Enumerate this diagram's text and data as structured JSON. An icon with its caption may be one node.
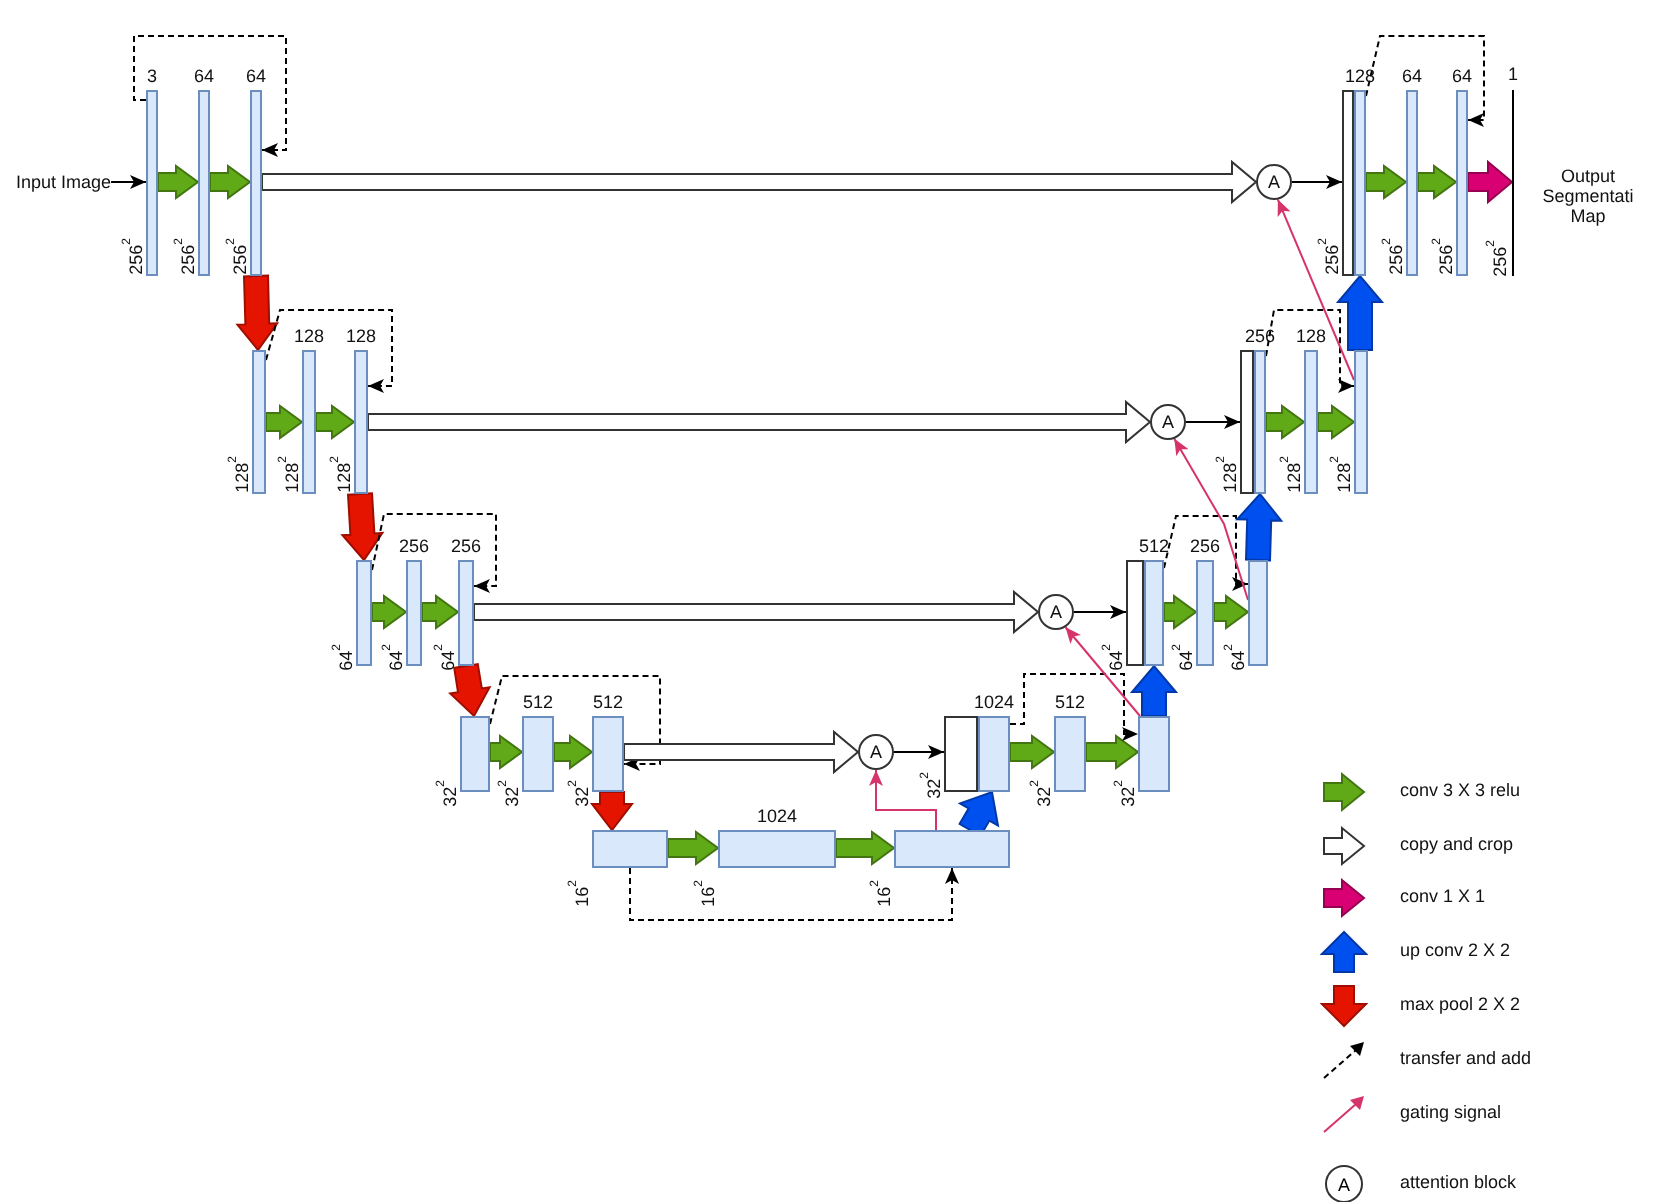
{
  "diagram": {
    "nodes": [
      {
        "text": [
          "Input Image"
        ]
      },
      {
        "text": [
          "3",
          "256$^{2}$"
        ]
      },
      {
        "text": [
          "64",
          "256$^{2}$"
        ]
      },
      {
        "text": [
          "64",
          "256$^{2}$"
        ]
      },
      {
        "text": [
          "128$^{2}$"
        ]
      },
      {
        "text": [
          "128",
          "128$^{2}$"
        ]
      },
      {
        "text": [
          "128",
          "128$^{2}$"
        ]
      },
      {
        "text": [
          "64$^{2}$"
        ]
      },
      {
        "text": [
          "256",
          "64$^{2}$"
        ]
      },
      {
        "text": [
          "256",
          "64$^{2}$"
        ]
      },
      {
        "text": [
          "32$^{2}$"
        ]
      },
      {
        "text": [
          "512",
          "32$^{2}$"
        ]
      },
      {
        "text": [
          "512",
          "32$^{2}$"
        ]
      },
      {
        "text": [
          "16$^{2}$"
        ]
      },
      {
        "text": [
          "1024",
          "16$^{2}$"
        ]
      },
      {
        "text": [
          "16$^{2}$"
        ]
      },
      {
        "text": [
          "A"
        ]
      },
      {
        "text": [],
        "shape": "box"
      },
      {
        "text": [
          "1024",
          "32$^{2}$"
        ]
      },
      {
        "text": [
          "512",
          "32$^{2}$"
        ]
      },
      {
        "text": [
          "32$^{2}$"
        ]
      },
      {
        "text": [
          "A"
        ]
      },
      {
        "text": [],
        "shape": "box"
      },
      {
        "text": [
          "512",
          "64$^{2}$"
        ]
      },
      {
        "text": [
          "256",
          "64$^{2}$"
        ]
      },
      {
        "text": [
          "64$^{2}$"
        ]
      },
      {
        "text": [
          "A"
        ]
      },
      {
        "text": [],
        "shape": "box"
      },
      {
        "text": [
          "256",
          "128$^{2}$"
        ]
      },
      {
        "text": [
          "128",
          "128$^{2}$"
        ]
      },
      {
        "text": [
          "128$^{2}$"
        ]
      },
      {
        "text": [
          "A"
        ]
      },
      {
        "text": [],
        "shape": "box"
      },
      {
        "text": [
          "128",
          "256$^{2}$"
        ]
      },
      {
        "text": [
          "64",
          "256$^{2}$"
        ]
      },
      {
        "text": [
          "64",
          "256$^{2}$"
        ]
      },
      {
        "text": [
          "1",
          "256$^{2}$"
        ],
        "beside": [
          "Output Segmentati Map"
        ]
      }
    ],
    "edges": [
      {
        "from": 0,
        "to": 1,
        "arrow": "to",
        "color": "#000000"
      },
      {
        "from": 1,
        "to": 2,
        "arrow": "to",
        "style": "thick",
        "color": "#60a917"
      },
      {
        "from": 2,
        "to": 3,
        "arrow": "to",
        "style": "thick",
        "color": "#60a917"
      },
      {
        "from": 1,
        "to": 3,
        "arrow": "to",
        "style": "dashed",
        "color": "#000000"
      },
      {
        "from": 3,
        "to": 4,
        "arrow": "to",
        "style": "thick",
        "color": "#e51400"
      },
      {
        "from": 4,
        "to": 5,
        "arrow": "to",
        "style": "thick",
        "color": "#60a917"
      },
      {
        "from": 5,
        "to": 6,
        "arrow": "to",
        "style": "thick",
        "color": "#60a917"
      },
      {
        "from": 4,
        "to": 6,
        "arrow": "to",
        "style": "dashed",
        "color": "#000000"
      },
      {
        "from": 6,
        "to": 7,
        "arrow": "to",
        "style": "thick",
        "color": "#e51400"
      },
      {
        "from": 7,
        "to": 8,
        "arrow": "to",
        "style": "thick",
        "color": "#60a917"
      },
      {
        "from": 8,
        "to": 9,
        "arrow": "to",
        "style": "thick",
        "color": "#60a917"
      },
      {
        "from": 7,
        "to": 9,
        "arrow": "to",
        "style": "dashed",
        "color": "#000000"
      },
      {
        "from": 9,
        "to": 10,
        "arrow": "to",
        "style": "thick",
        "color": "#e51400"
      },
      {
        "from": 10,
        "to": 11,
        "arrow": "to",
        "style": "thick",
        "color": "#60a917"
      },
      {
        "from": 11,
        "to": 12,
        "arrow": "to",
        "style": "thick",
        "color": "#60a917"
      },
      {
        "from": 10,
        "to": 12,
        "arrow": "to",
        "style": "dashed",
        "color": "#000000"
      },
      {
        "from": 12,
        "to": 13,
        "arrow": "to",
        "style": "thick",
        "color": "#e51400"
      },
      {
        "from": 13,
        "to": 14,
        "arrow": "to",
        "style": "thick",
        "color": "#60a917"
      },
      {
        "from": 14,
        "to": 15,
        "arrow": "to",
        "style": "thick",
        "color": "#60a917"
      },
      {
        "from": 13,
        "to": 15,
        "arrow": "to",
        "style": "dashed",
        "color": "#000000"
      },
      {
        "from": 15,
        "to": 18,
        "arrow": "to",
        "style": "thick",
        "color": "#0050ef"
      },
      {
        "from": 15,
        "to": 16,
        "arrow": "to",
        "color": "#d6336c"
      },
      {
        "from": 12,
        "to": 16,
        "arrow": "to",
        "style": "thick",
        "color": "#ffffff"
      },
      {
        "from": 16,
        "to": 17,
        "arrow": "to",
        "color": "#000000"
      },
      {
        "from": 18,
        "to": 19,
        "arrow": "to",
        "style": "thick",
        "color": "#60a917"
      },
      {
        "from": 19,
        "to": 20,
        "arrow": "to",
        "style": "thick",
        "color": "#60a917"
      },
      {
        "from": 18,
        "to": 20,
        "arrow": "to",
        "style": "dashed",
        "color": "#000000"
      },
      {
        "from": 20,
        "to": 23,
        "arrow": "to",
        "style": "thick",
        "color": "#0050ef"
      },
      {
        "from": 20,
        "to": 21,
        "arrow": "to",
        "color": "#d6336c"
      },
      {
        "from": 9,
        "to": 21,
        "arrow": "to",
        "style": "thick",
        "color": "#ffffff"
      },
      {
        "from": 21,
        "to": 22,
        "arrow": "to",
        "color": "#000000"
      },
      {
        "from": 23,
        "to": 24,
        "arrow": "to",
        "style": "thick",
        "color": "#60a917"
      },
      {
        "from": 24,
        "to": 25,
        "arrow": "to",
        "style": "thick",
        "color": "#60a917"
      },
      {
        "from": 23,
        "to": 25,
        "arrow": "to",
        "style": "dashed",
        "color": "#000000"
      },
      {
        "from": 25,
        "to": 28,
        "arrow": "to",
        "style": "thick",
        "color": "#0050ef"
      },
      {
        "from": 25,
        "to": 26,
        "arrow": "to",
        "color": "#d6336c"
      },
      {
        "from": 6,
        "to": 26,
        "arrow": "to",
        "style": "thick",
        "color": "#ffffff"
      },
      {
        "from": 26,
        "to": 27,
        "arrow": "to",
        "color": "#000000"
      },
      {
        "from": 28,
        "to": 29,
        "arrow": "to",
        "style": "thick",
        "color": "#60a917"
      },
      {
        "from": 29,
        "to": 30,
        "arrow": "to",
        "style": "thick",
        "color": "#60a917"
      },
      {
        "from": 28,
        "to": 30,
        "arrow": "to",
        "style": "dashed",
        "color": "#000000"
      },
      {
        "from": 30,
        "to": 33,
        "arrow": "to",
        "style": "thick",
        "color": "#0050ef"
      },
      {
        "from": 30,
        "to": 31,
        "arrow": "to",
        "color": "#d6336c"
      },
      {
        "from": 3,
        "to": 31,
        "arrow": "to",
        "style": "thick",
        "color": "#ffffff"
      },
      {
        "from": 31,
        "to": 32,
        "arrow": "to",
        "color": "#000000"
      },
      {
        "from": 33,
        "to": 34,
        "arrow": "to",
        "style": "thick",
        "color": "#60a917"
      },
      {
        "from": 34,
        "to": 35,
        "arrow": "to",
        "style": "thick",
        "color": "#60a917"
      },
      {
        "from": 33,
        "to": 35,
        "arrow": "to",
        "style": "dashed",
        "color": "#000000"
      },
      {
        "from": 35,
        "to": 36,
        "arrow": "to",
        "style": "thick",
        "color": "#d80073"
      }
    ],
    "labels": [
      "A"
    ],
    "legend": [
      {
        "text": "conv 3 X 3 relu",
        "color": "#60a917"
      },
      {
        "text": "copy and crop"
      },
      {
        "text": "conv 1 X 1",
        "color": "#d80073"
      },
      {
        "text": "up conv 2 X 2",
        "color": "#0050ef"
      },
      {
        "text": "max pool 2 X 2",
        "color": "#e51400"
      },
      {
        "text": "transfer and add"
      },
      {
        "text": "gating signal"
      },
      {
        "text": "attention block"
      }
    ]
  }
}
